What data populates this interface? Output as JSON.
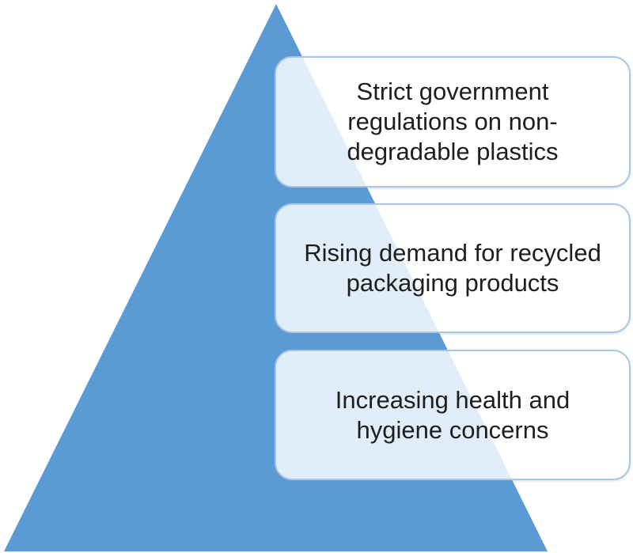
{
  "diagram": {
    "shape": "pyramid",
    "fill_color": "#5b9bd5",
    "items": [
      {
        "label": "Strict government\nregulations on non-\ndegradable plastics"
      },
      {
        "label": "Rising demand for recycled\npackaging products"
      },
      {
        "label": "Increasing health and\nhygiene concerns"
      }
    ]
  }
}
